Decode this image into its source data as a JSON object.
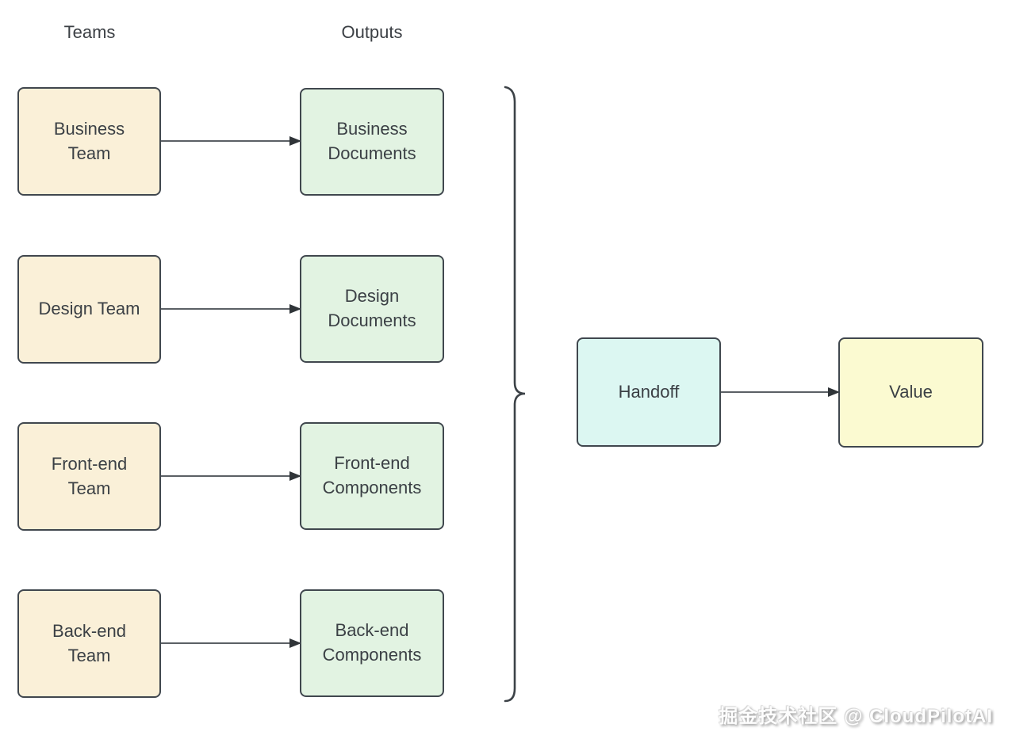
{
  "headers": {
    "teams": "Teams",
    "outputs": "Outputs"
  },
  "rows": [
    {
      "team": "Business Team",
      "output": "Business Documents"
    },
    {
      "team": "Design Team",
      "output": "Design Documents"
    },
    {
      "team": "Front-end Team",
      "output": "Front-end Components"
    },
    {
      "team": "Back-end Team",
      "output": "Back-end Components"
    }
  ],
  "flow": {
    "handoff": "Handoff",
    "value": "Value"
  },
  "watermark": {
    "text": "掘金技术社区 @ CloudPilotAI"
  },
  "colors": {
    "team_box": "#faf0d8",
    "output_box": "#e2f3e2",
    "handoff_box": "#dcf7f2",
    "value_box": "#fbfad1",
    "node_border": "#40474e",
    "node_text": "#3b4045",
    "arrow_line": "#5b6065",
    "arrow_head": "#2f3438",
    "background": "#ffffff"
  }
}
